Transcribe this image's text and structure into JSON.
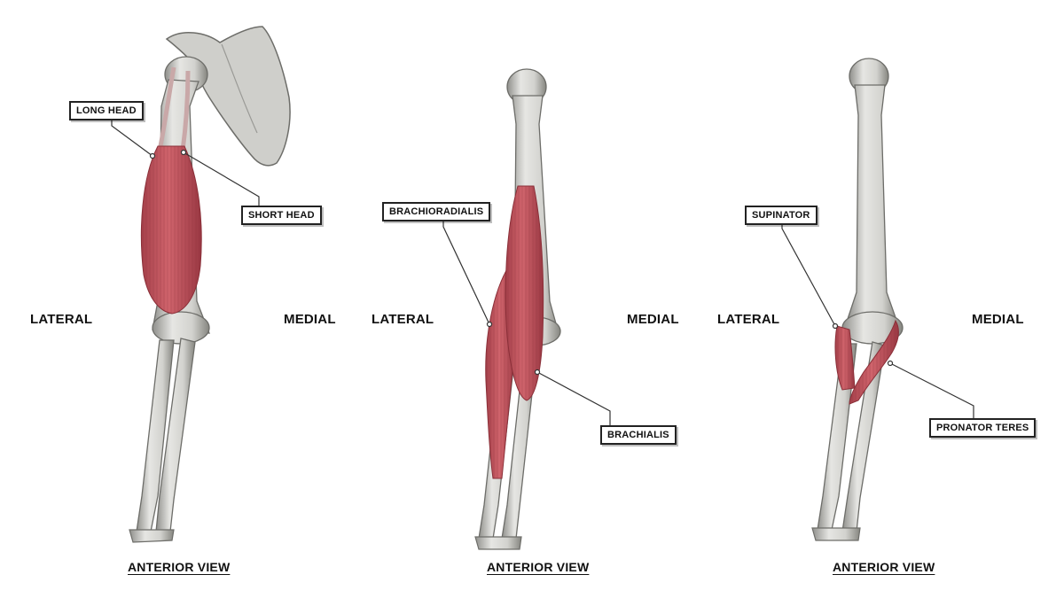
{
  "panels": [
    {
      "lateral": "LATERAL",
      "medial": "MEDIAL",
      "view": "ANTERIOR VIEW",
      "labels": [
        "LONG HEAD",
        "SHORT HEAD"
      ]
    },
    {
      "lateral": "LATERAL",
      "medial": "MEDIAL",
      "view": "ANTERIOR VIEW",
      "labels": [
        "BRACHIORADIALIS",
        "BRACHIALIS"
      ]
    },
    {
      "lateral": "LATERAL",
      "medial": "MEDIAL",
      "view": "ANTERIOR VIEW",
      "labels": [
        "SUPINATOR",
        "PRONATOR TERES"
      ]
    }
  ],
  "colors": {
    "bone": "#d9d9d6",
    "bone_shade": "#9a9a96",
    "muscle": "#c0505a",
    "muscle_dark": "#9c3b45",
    "leader": "#333333"
  }
}
